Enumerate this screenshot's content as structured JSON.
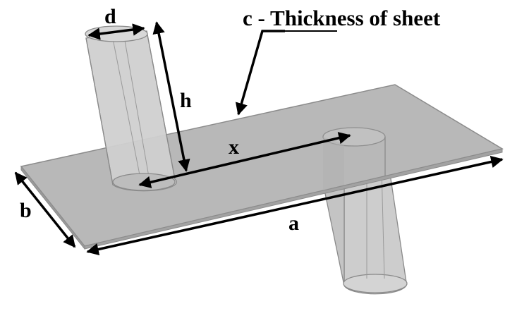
{
  "labels": {
    "d": "d",
    "h": "h",
    "x": "x",
    "a": "a",
    "b": "b",
    "c": "c - Thickness of sheet"
  },
  "colors": {
    "sheet_fill": "#b8b8b8",
    "sheet_edge": "#8c8c8c",
    "cylinder_fill": "#cfcfcf",
    "cylinder_edge": "#8a8a8a",
    "arrow": "#000000"
  }
}
